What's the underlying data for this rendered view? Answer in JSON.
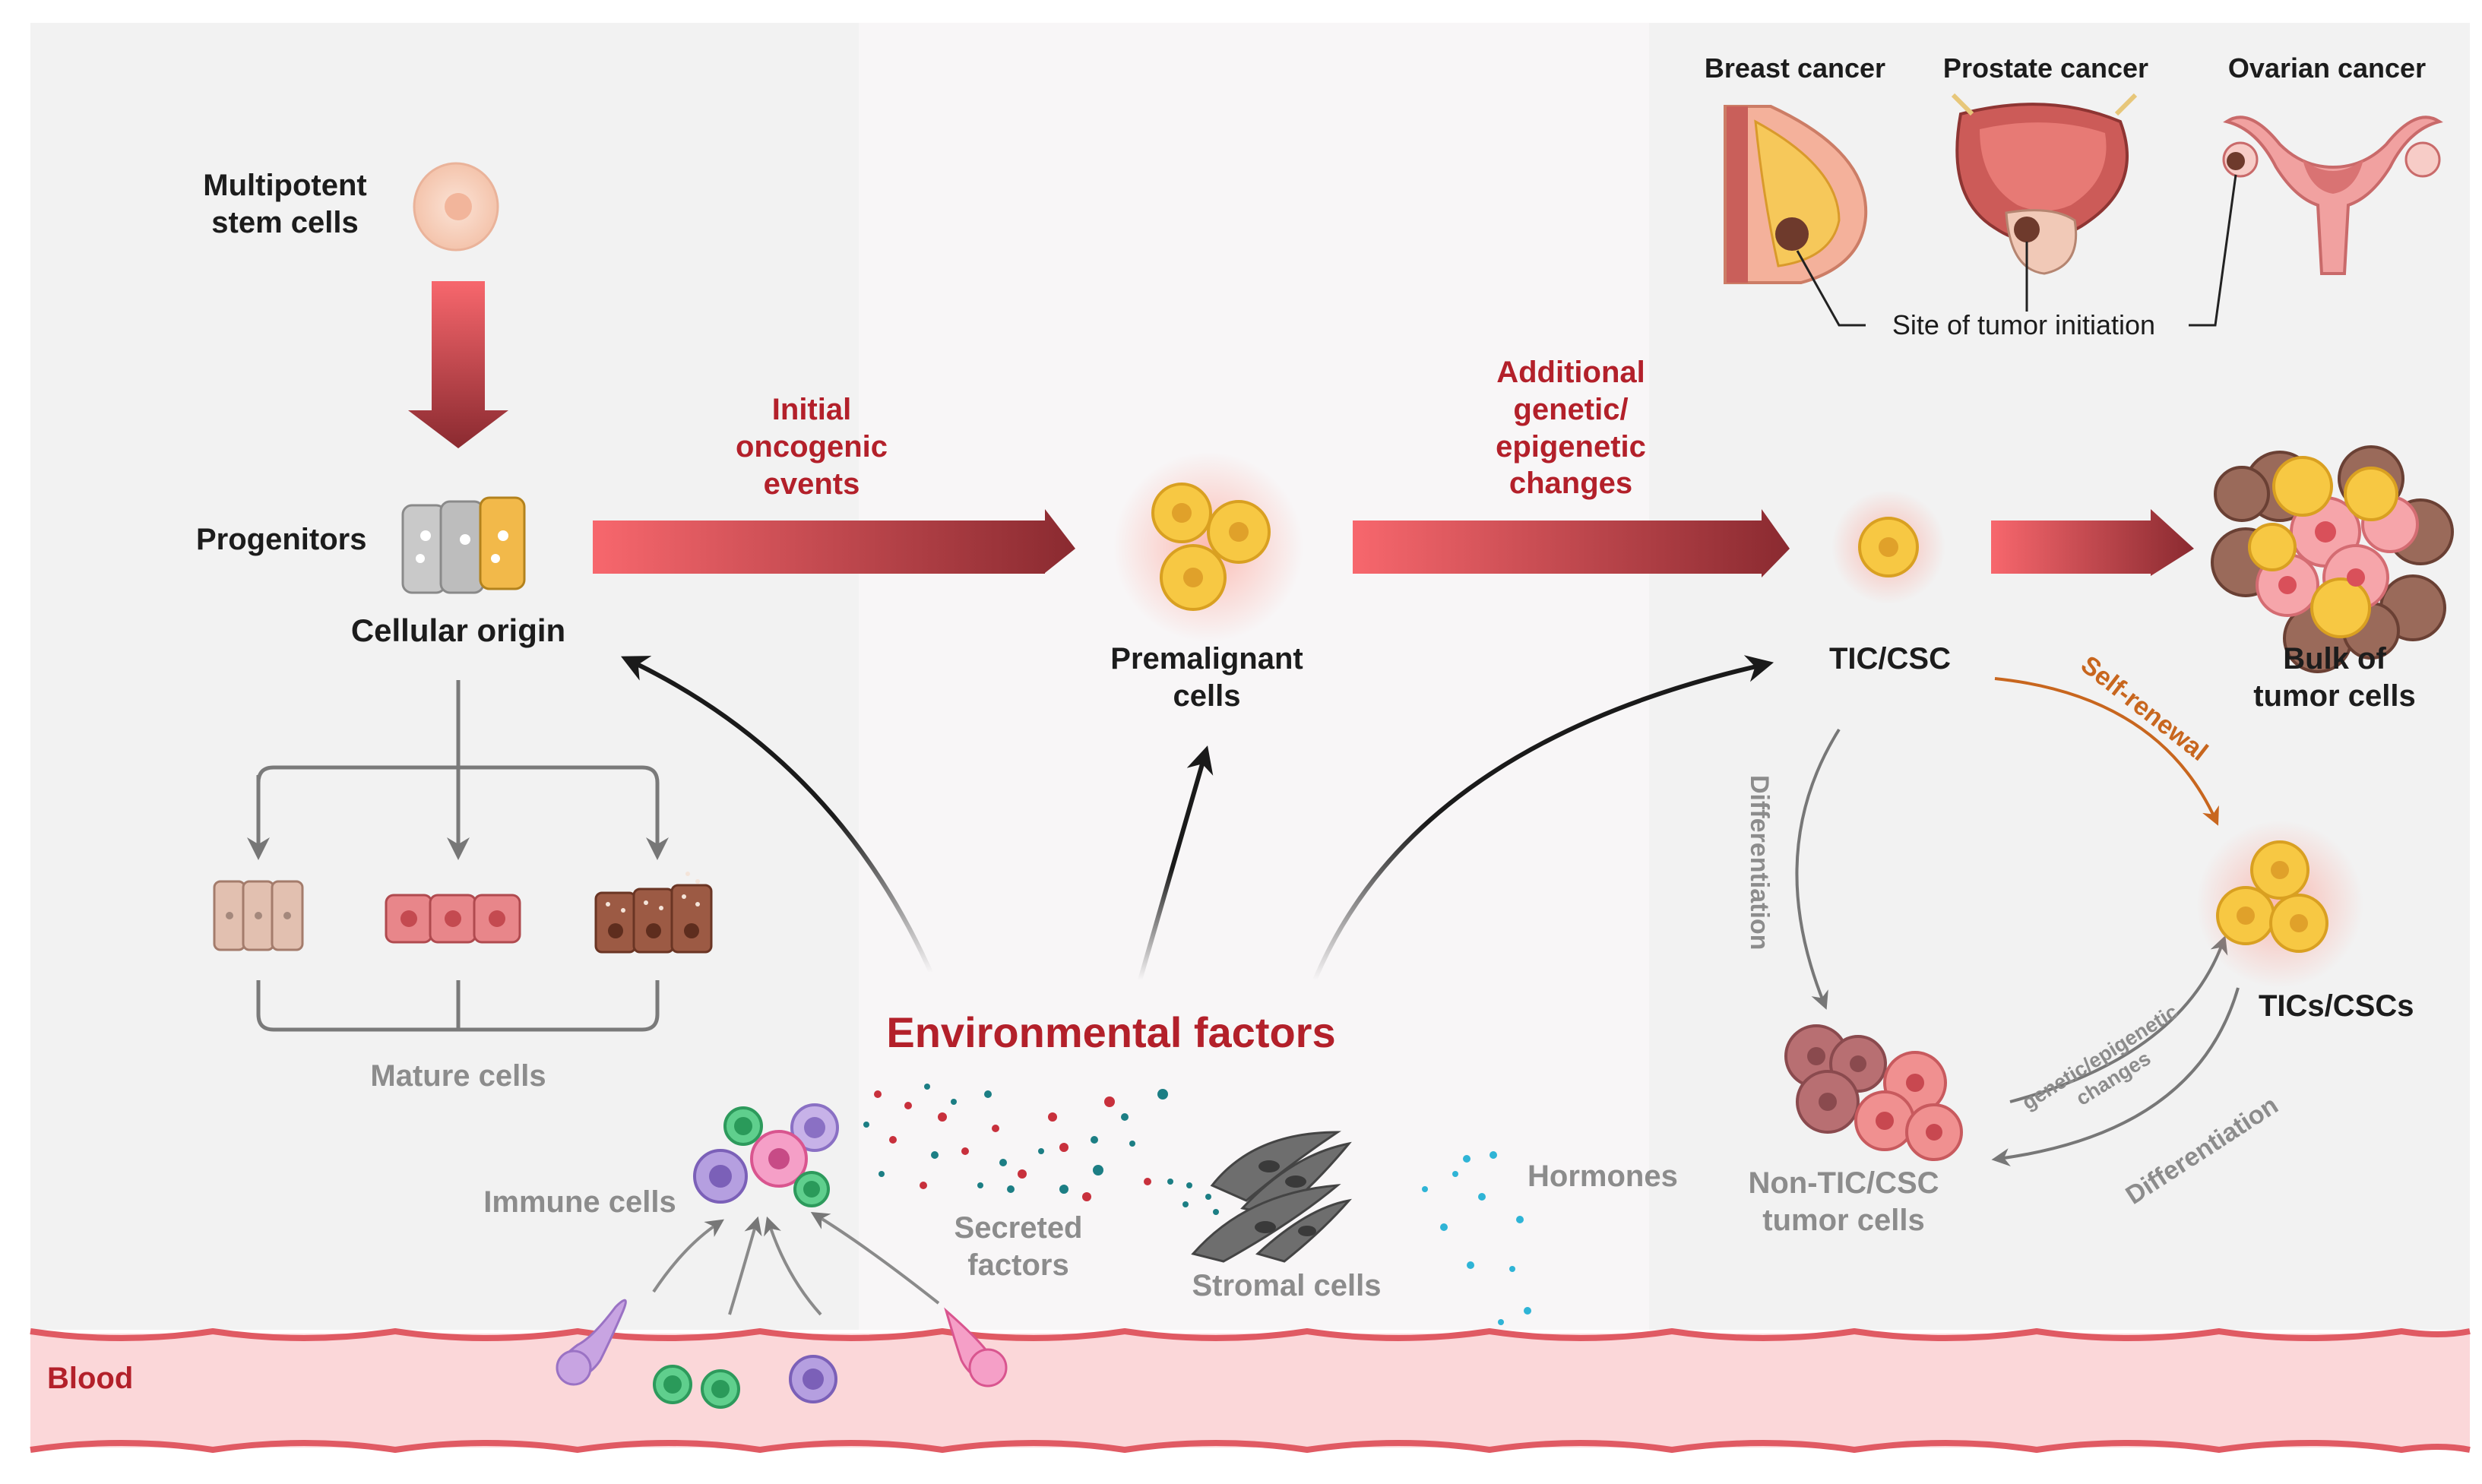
{
  "left_panel": {
    "stem_label": [
      "Multipotent",
      "stem cells"
    ],
    "progenitors_label": "Progenitors",
    "cellular_origin_label": "Cellular origin",
    "mature_label": "Mature cells"
  },
  "middle_panel": {
    "initial_events": [
      "Initial",
      "oncogenic",
      "events"
    ],
    "premalignant": [
      "Premalignant",
      "cells"
    ],
    "environmental_factors": "Environmental factors",
    "immune_cells": "Immune cells",
    "secreted_factors": [
      "Secreted",
      "factors"
    ],
    "stromal_cells": "Stromal cells",
    "hormones": "Hormones"
  },
  "right_panel": {
    "cancers": [
      "Breast cancer",
      "Prostate cancer",
      "Ovarian cancer"
    ],
    "site_label": "Site of tumor initiation",
    "additional_changes": [
      "Additional",
      "genetic/",
      "epigenetic",
      "changes"
    ],
    "tic_csc": "TIC/CSC",
    "bulk": [
      "Bulk of",
      "tumor cells"
    ],
    "self_renewal": "Self-renewal",
    "differentiation": "Differentiation",
    "tics_cscs": "TICs/CSCs",
    "genetic_epigenetic": [
      "genetic/epigenetic",
      "changes"
    ],
    "non_tic": [
      "Non-TIC/CSC",
      "tumor cells"
    ]
  },
  "blood_label": "Blood",
  "colors": {
    "red_text": "#b3202a",
    "arrow_start": "#f0686e",
    "arrow_end": "#8a2a30",
    "yellow_cell": "#f7c843",
    "blood": "#f9d3d5"
  },
  "icons": [
    "stem-cell-icon",
    "progenitor-cells-icon",
    "mature-cells-icon",
    "premalignant-cells-icon",
    "tic-cell-icon",
    "tumor-bulk-icon",
    "breast-icon",
    "prostate-icon",
    "uterus-icon",
    "immune-cell-icon",
    "stromal-cell-icon",
    "blood-vessel-icon"
  ]
}
